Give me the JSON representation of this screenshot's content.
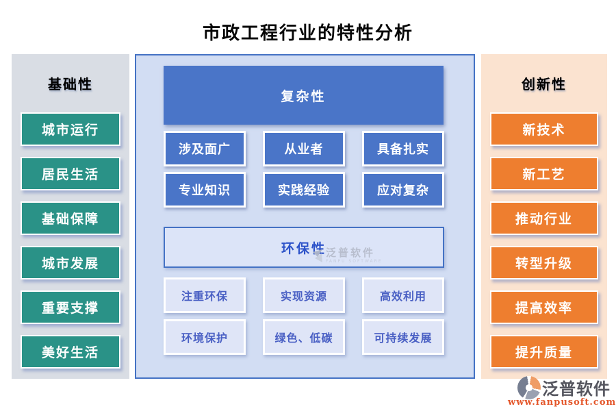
{
  "title": "市政工程行业的特性分析",
  "left_panel": {
    "header": "基础性",
    "items": [
      "城市运行",
      "居民生活",
      "基础保障",
      "城市发展",
      "重要支撑",
      "美好生活"
    ]
  },
  "center_panel": {
    "complexity": {
      "header": "复杂性",
      "items": [
        "涉及面广",
        "从业者",
        "具备扎实",
        "专业知识",
        "实践经验",
        "应对复杂"
      ]
    },
    "environment": {
      "header": "环保性",
      "items": [
        "注重环保",
        "实现资源",
        "高效利用",
        "环境保护",
        "绿色、低碳",
        "可持续发展"
      ]
    }
  },
  "right_panel": {
    "header": "创新性",
    "items": [
      "新技术",
      "新工艺",
      "推动行业",
      "转型升级",
      "提高效率",
      "提升质量"
    ]
  },
  "watermark": {
    "name": "泛普软件",
    "subname": "FANPU SOFTWARE"
  },
  "footer": {
    "brand": "泛普软件",
    "url": "www.fanpusoft.com"
  },
  "colors": {
    "teal_button": "#2a9287",
    "blue_button": "#4a75c8",
    "orange_button": "#ee7e2f",
    "left_panel_bg": "#d9dde4",
    "center_panel_bg": "#d2ddf3",
    "right_panel_bg": "#fbe3d0",
    "center_border": "#4472c4",
    "env_box_bg": "#dce4f8",
    "env_text": "#2d53c9",
    "light_button_bg": "#dfe5f7",
    "light_button_text": "#4a60c4",
    "brand_text": "#54555e",
    "url_text": "#e4572b"
  }
}
